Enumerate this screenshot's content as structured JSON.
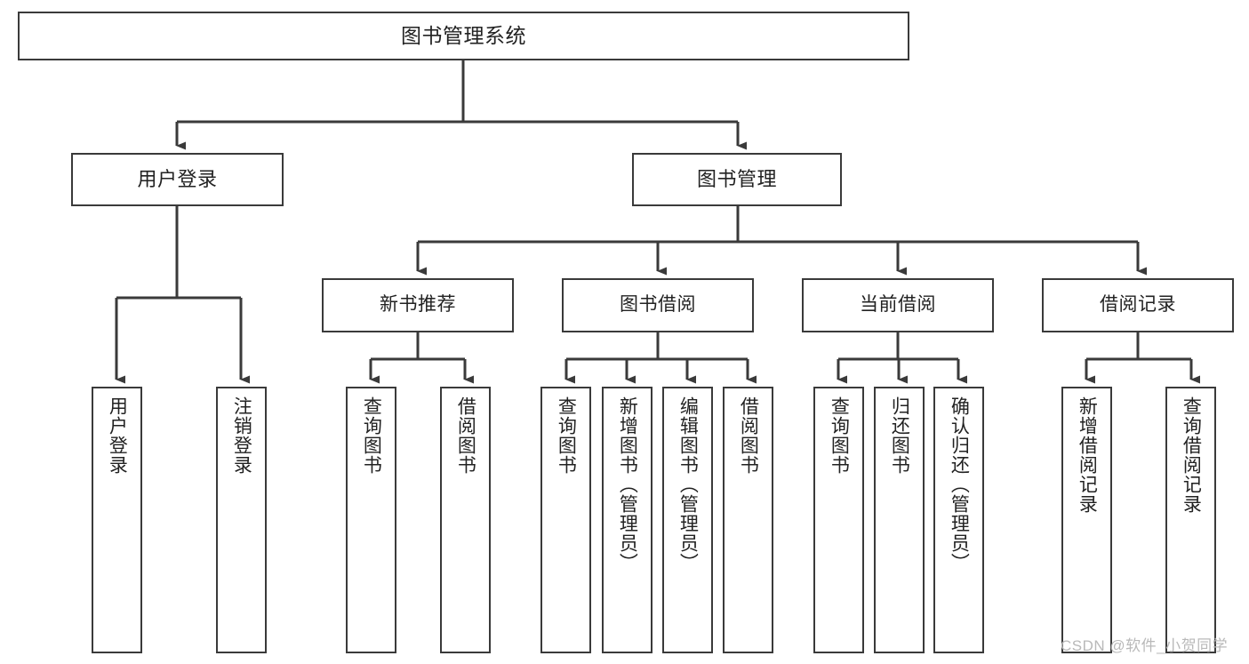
{
  "diagram": {
    "title": "图书管理系统",
    "type": "tree-hierarchy-chart",
    "root": {
      "id": "root",
      "label": "图书管理系统"
    },
    "level1": [
      {
        "id": "user-login",
        "label": "用户登录"
      },
      {
        "id": "book-manage",
        "label": "图书管理"
      }
    ],
    "level2": [
      {
        "id": "new-book-rec",
        "label": "新书推荐",
        "parent": "book-manage"
      },
      {
        "id": "book-borrow",
        "label": "图书借阅",
        "parent": "book-manage"
      },
      {
        "id": "current-borrow",
        "label": "当前借阅",
        "parent": "book-manage"
      },
      {
        "id": "borrow-record",
        "label": "借阅记录",
        "parent": "book-manage"
      }
    ],
    "leaves": [
      {
        "id": "leaf-user-login",
        "label": "用户登录",
        "parent": "user-login"
      },
      {
        "id": "leaf-logout",
        "label": "注销登录",
        "parent": "user-login"
      },
      {
        "id": "leaf-query-book-1",
        "label": "查询图书",
        "parent": "new-book-rec"
      },
      {
        "id": "leaf-borrow-book-1",
        "label": "借阅图书",
        "parent": "new-book-rec"
      },
      {
        "id": "leaf-query-book-2",
        "label": "查询图书",
        "parent": "book-borrow"
      },
      {
        "id": "leaf-add-book",
        "label": "新增图书（管理员）",
        "parent": "book-borrow"
      },
      {
        "id": "leaf-edit-book",
        "label": "编辑图书（管理员）",
        "parent": "book-borrow"
      },
      {
        "id": "leaf-borrow-book-2",
        "label": "借阅图书",
        "parent": "book-borrow"
      },
      {
        "id": "leaf-query-book-3",
        "label": "查询图书",
        "parent": "current-borrow"
      },
      {
        "id": "leaf-return-book",
        "label": "归还图书",
        "parent": "current-borrow"
      },
      {
        "id": "leaf-confirm-return",
        "label": "确认归还（管理员）",
        "parent": "current-borrow"
      },
      {
        "id": "leaf-add-record",
        "label": "新增借阅记录",
        "parent": "borrow-record"
      },
      {
        "id": "leaf-query-record",
        "label": "查询借阅记录",
        "parent": "borrow-record"
      }
    ],
    "watermark": "CSDN @软件_小贺同学",
    "colors": {
      "box_border": "#3a3a3a",
      "box_fill": "#ffffff",
      "connector": "#3a3a3a",
      "text": "#222222",
      "watermark": "#b9b9b9",
      "background": "#ffffff"
    }
  }
}
